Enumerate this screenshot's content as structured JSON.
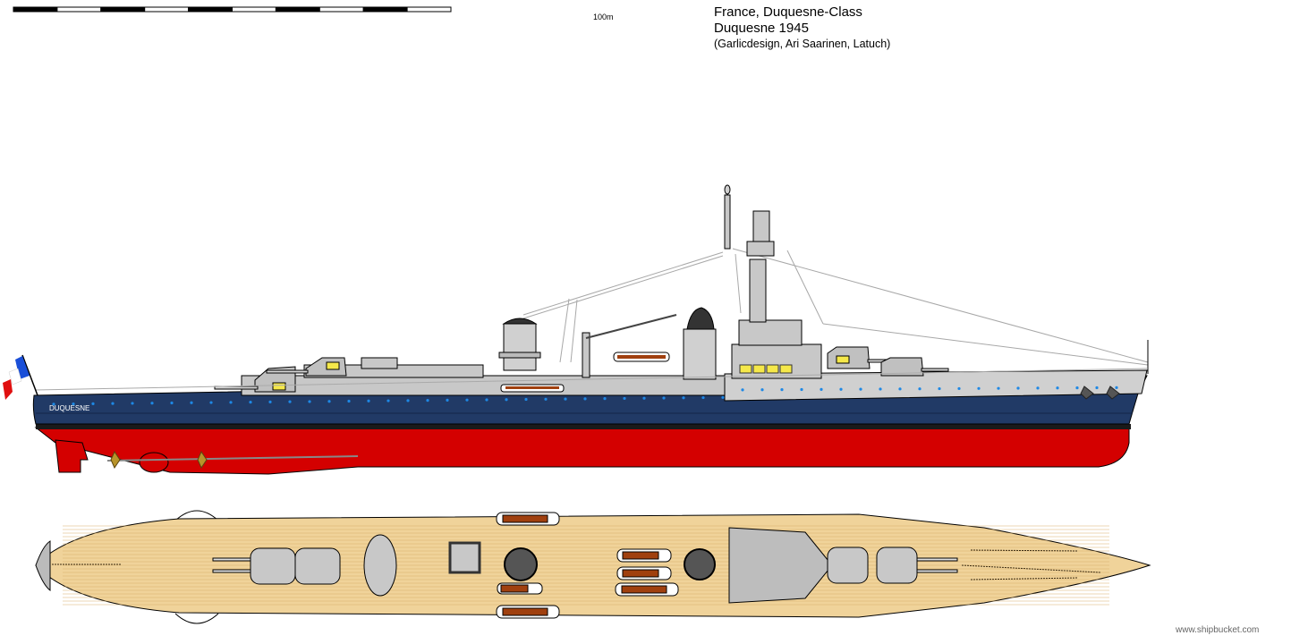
{
  "header": {
    "line1": "France, Duquesne-Class",
    "line2": "Duquesne 1945",
    "line3": "(Garlicdesign, Ari Saarinen, Latuch)"
  },
  "scale_bar": {
    "label": "100m",
    "segments": 10
  },
  "ship": {
    "hull_name": "DUQUESNE",
    "flag": "France"
  },
  "credit": "www.shipbucket.com",
  "colors": {
    "hull_blue": "#213a66",
    "hull_red": "#d40000",
    "boot_top": "#1a1a1a",
    "superstructure": "#c8c8c8",
    "deck": "#f0d39a",
    "deck_planks": "#d9b06a",
    "turret_gray": "#bdbdbd",
    "boat_brown": "#a0400f",
    "window_yellow": "#f5e84a",
    "porthole_blue": "#1e88e5",
    "flag_blue": "#1a4fd8",
    "flag_red": "#e01010"
  }
}
